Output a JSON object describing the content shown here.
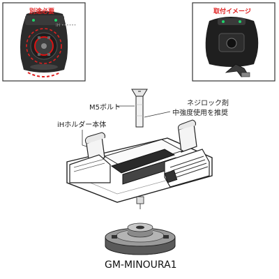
{
  "insets": {
    "left_title": "別途必要",
    "right_title": "取付イメージ",
    "left_device_text": "iH ••••••"
  },
  "labels": {
    "bolt": "M5ボルト",
    "threadlock": "ネジロック剤",
    "threadlock_strength": "中強度使用を推奨",
    "holder": "iHホルダー本体",
    "adapter": "GM-MINOURA1"
  },
  "colors": {
    "accent": "#e02020",
    "inset_border": "#333333"
  }
}
